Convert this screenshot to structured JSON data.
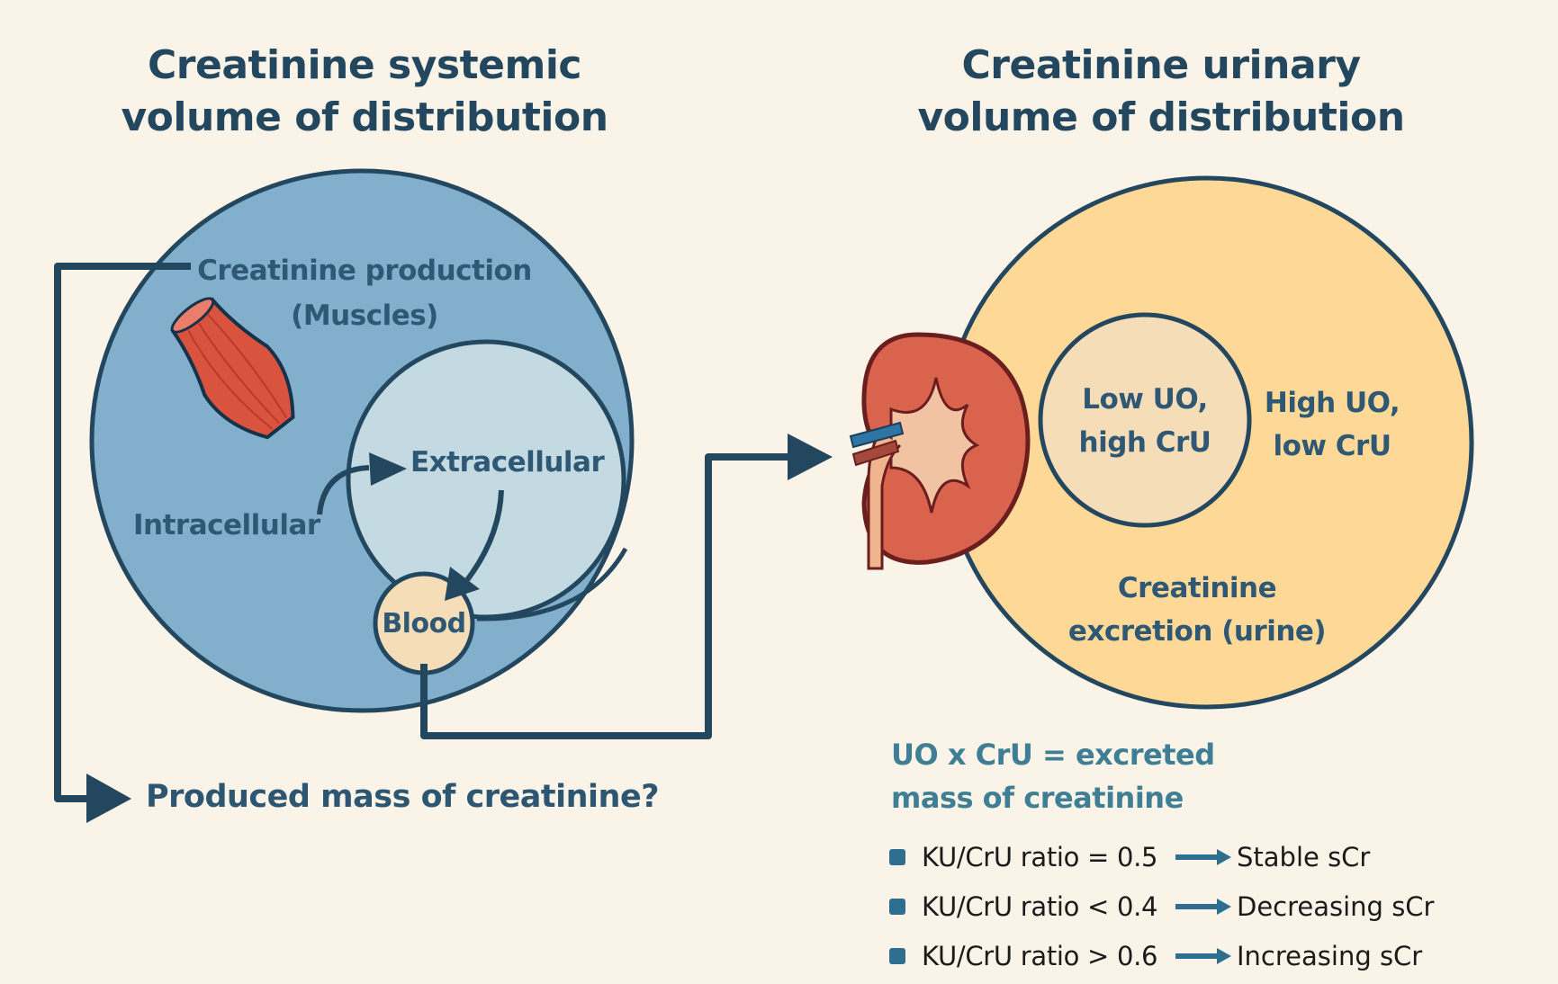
{
  "left_panel": {
    "title_line1": "Creatinine systemic",
    "title_line2": "volume of distribution",
    "production_line1": "Creatinine production",
    "production_line2": "(Muscles)",
    "intracellular": "Intracellular",
    "extracellular": "Extracellular",
    "blood": "Blood",
    "produced_question": "Produced mass of creatinine?",
    "muscle_icon": "muscle-icon"
  },
  "right_panel": {
    "title_line1": "Creatinine urinary",
    "title_line2": "volume of distribution",
    "inner_line1": "Low UO,",
    "inner_line2": "high CrU",
    "outer_line1": "High UO,",
    "outer_line2": "low CrU",
    "excretion_line1": "Creatinine",
    "excretion_line2": "excretion (urine)",
    "kidney_icon": "kidney-icon"
  },
  "legend": {
    "heading_line1": "UO x CrU = excreted",
    "heading_line2": "mass of creatinine",
    "items": [
      {
        "ratio": "KU/CrU ratio = 0.5",
        "result": "Stable sCr"
      },
      {
        "ratio": "KU/CrU ratio < 0.4",
        "result": "Decreasing sCr"
      },
      {
        "ratio": "KU/CrU ratio > 0.6",
        "result": "Increasing sCr"
      }
    ]
  },
  "colors": {
    "background": "#FAF3E7",
    "outline": "#23475F",
    "systemic_fill": "#82B0CC",
    "extracellular_fill": "#C3DAE2",
    "blood_fill": "#F5DDB8",
    "urinary_outer_fill": "#FDD896",
    "urinary_inner_fill": "#F5DDB8",
    "accent_text": "#3F7F95",
    "bullet": "#2E6F91"
  }
}
